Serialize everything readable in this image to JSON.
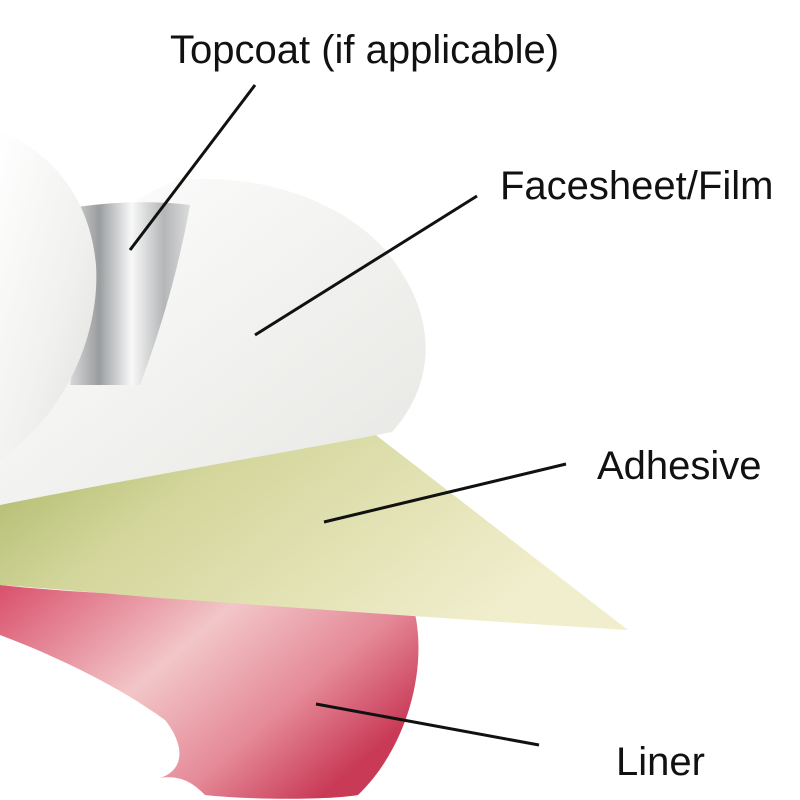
{
  "diagram": {
    "layers": [
      {
        "id": "topcoat",
        "label": "Topcoat (if applicable)",
        "color": "#c9cacb"
      },
      {
        "id": "facesheet",
        "label": "Facesheet/Film",
        "color": "#f3f3f1"
      },
      {
        "id": "adhesive",
        "label": "Adhesive",
        "color": "#d6d9a0"
      },
      {
        "id": "liner",
        "label": "Liner",
        "color": "#d9506c"
      }
    ]
  }
}
